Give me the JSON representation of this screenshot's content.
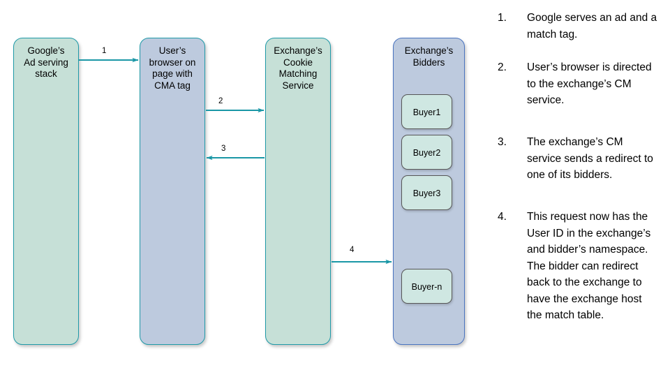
{
  "diagram": {
    "nodes": [
      {
        "id": "google-ad-serving-stack",
        "label": "Google’s\nAd serving\nstack",
        "fill": "#c6e0d7",
        "border": "#1f9aa8"
      },
      {
        "id": "user-browser",
        "label": "User’s\nbrowser on\npage with\nCMA tag",
        "fill": "#bdcade",
        "border": "#1f9aa8"
      },
      {
        "id": "exchange-cookie-matching-service",
        "label": "Exchange’s\nCookie\nMatching\nService",
        "fill": "#c6e0d7",
        "border": "#1f9aa8"
      },
      {
        "id": "exchange-bidders",
        "label": "Exchange’s\nBidders",
        "fill": "#bdcade",
        "border": "#4a74c0"
      }
    ],
    "bidders": [
      {
        "id": "buyer1",
        "label": "Buyer1"
      },
      {
        "id": "buyer2",
        "label": "Buyer2"
      },
      {
        "id": "buyer3",
        "label": "Buyer3"
      },
      {
        "id": "buyer-n",
        "label": "Buyer-n"
      }
    ],
    "arrows": [
      {
        "id": "arrow-1",
        "label": "1",
        "from": "google-ad-serving-stack",
        "to": "user-browser",
        "direction": "right"
      },
      {
        "id": "arrow-2",
        "label": "2",
        "from": "user-browser",
        "to": "exchange-cookie-matching-service",
        "direction": "right"
      },
      {
        "id": "arrow-3",
        "label": "3",
        "from": "exchange-cookie-matching-service",
        "to": "user-browser",
        "direction": "left"
      },
      {
        "id": "arrow-4",
        "label": "4",
        "from": "exchange-cookie-matching-service",
        "to": "exchange-bidders",
        "direction": "right"
      }
    ],
    "arrow_color": "#1a97a6"
  },
  "steps": [
    {
      "number": "1.",
      "text": "Google serves an ad and a match tag."
    },
    {
      "number": "2.",
      "text": "User’s browser is directed to the exchange’s CM service."
    },
    {
      "number": "3.",
      "text": "The exchange’s CM service sends a redirect to one of its bidders."
    },
    {
      "number": "4.",
      "text": "This request now has the User ID in the exchange’s and bidder’s namespace. The bidder can redirect back to the exchange to have the exchange host the match table."
    }
  ]
}
